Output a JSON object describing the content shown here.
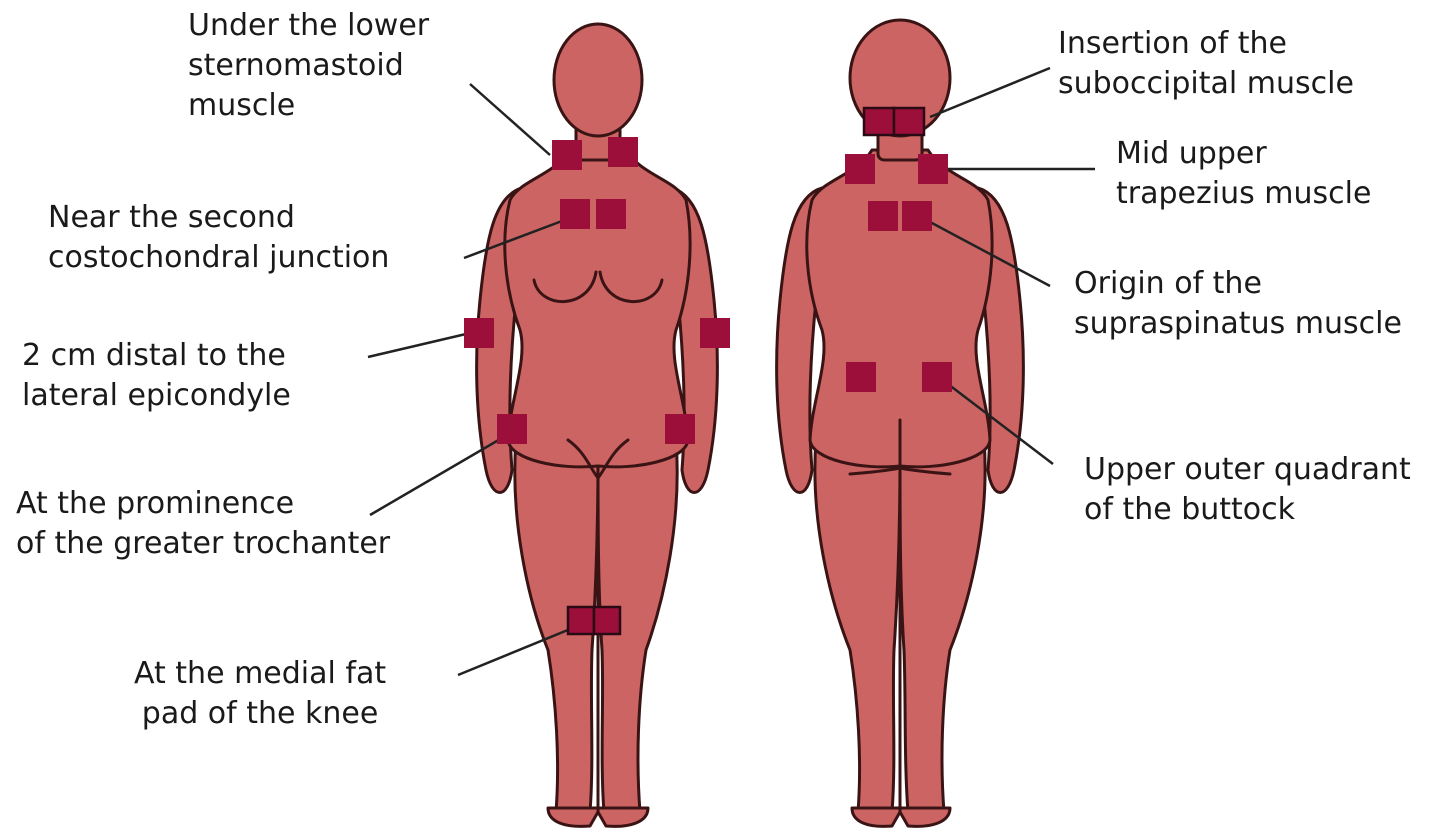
{
  "labels": {
    "sternomastoid": [
      "Under the lower",
      "sternomastoid",
      "muscle"
    ],
    "costochondral": [
      "Near the second",
      "costochondral junction"
    ],
    "epicondyle": [
      "2 cm distal to the",
      "lateral epicondyle"
    ],
    "trochanter": [
      "At the prominence",
      "of the greater trochanter"
    ],
    "knee": [
      "At the medial fat",
      "pad of the knee"
    ],
    "suboccipital": [
      "Insertion of the",
      "suboccipital muscle"
    ],
    "trapezius": [
      "Mid upper",
      "trapezius muscle"
    ],
    "supraspinatus": [
      "Origin of the",
      "supraspinatus muscle"
    ],
    "buttock": [
      "Upper outer quadrant",
      "of the buttock"
    ]
  },
  "colors": {
    "body": "#cd6464",
    "outline": "#3a1414",
    "tender_point": "#9c0f3a",
    "leader_line": "#222222"
  }
}
